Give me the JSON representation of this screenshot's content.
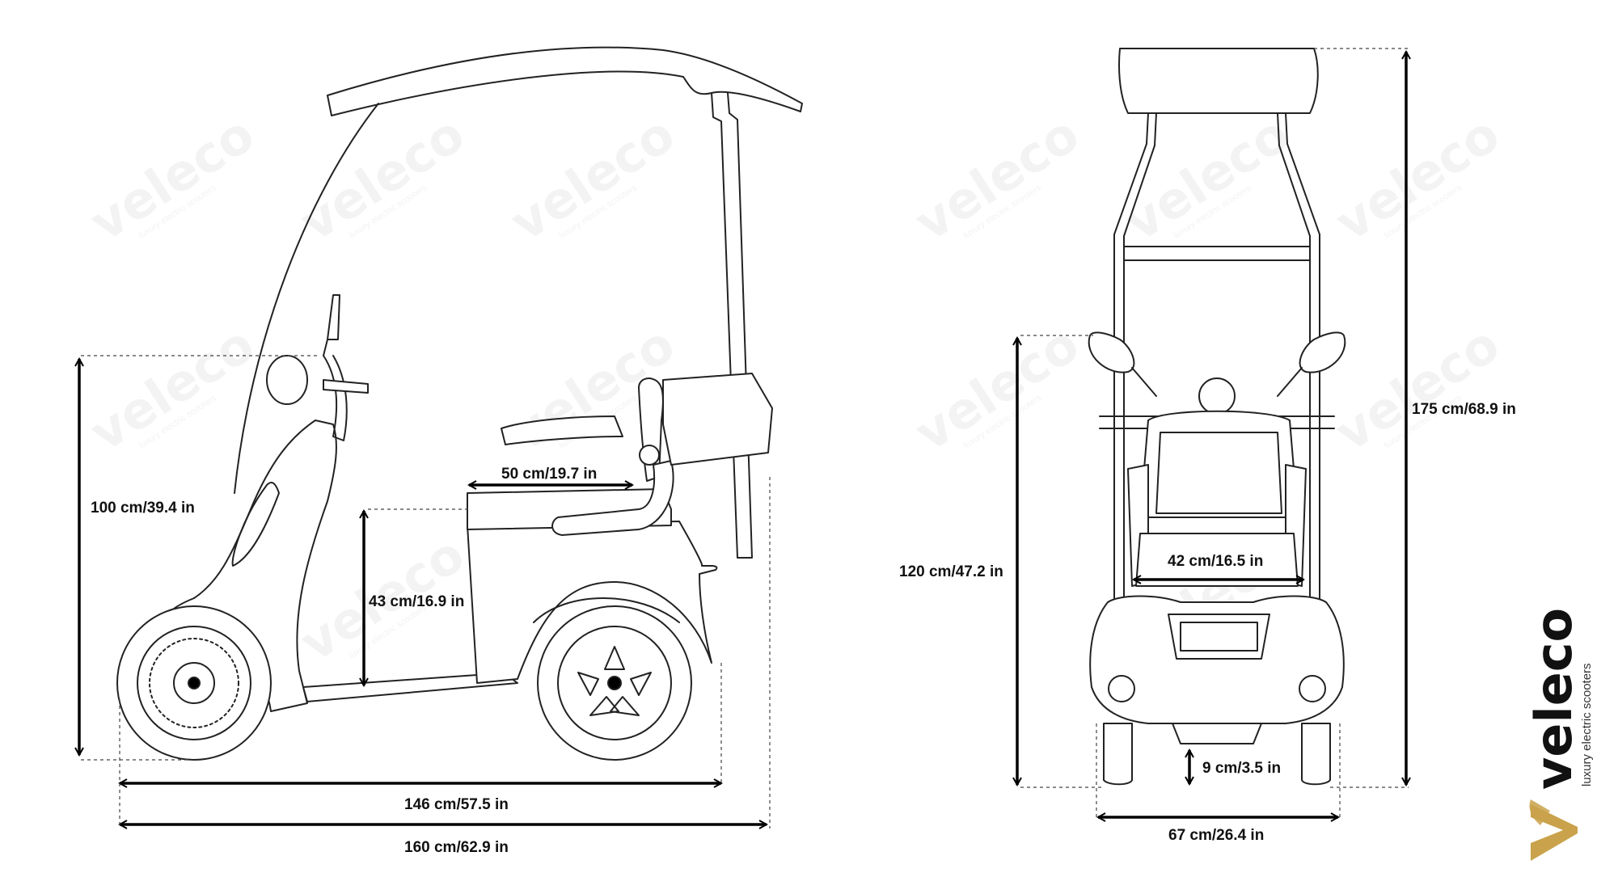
{
  "brand": {
    "name": "veleco",
    "tagline": "luxury electric scooters",
    "accent_color": "#c9a24b",
    "logo_icon": "veleco-v-logo-icon"
  },
  "watermark": {
    "name": "veleco",
    "tagline": "luxury electric scooters"
  },
  "side_view": {
    "height": "100 cm/39.4 in",
    "seat_height": "43 cm/16.9 in",
    "seat_depth": "50 cm/19.7 in",
    "wheelbase": "146 cm/57.5 in",
    "total_length": "160 cm/62.9 in"
  },
  "front_view": {
    "total_height": "175 cm/68.9 in",
    "handlebar_height": "120 cm/47.2 in",
    "seat_width": "42 cm/16.5 in",
    "ground_clearance": "9 cm/3.5 in",
    "total_width": "67 cm/26.4 in"
  }
}
